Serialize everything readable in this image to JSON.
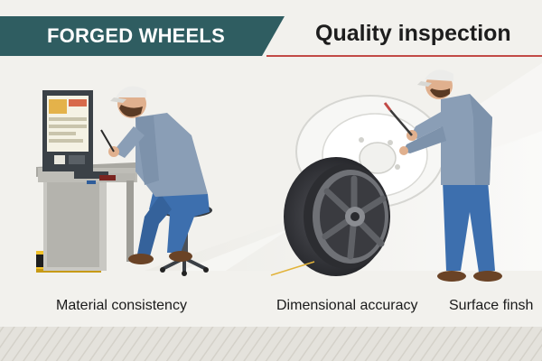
{
  "header": {
    "badge_text": "FORGED WHEELS",
    "title": "Quality inspection"
  },
  "captions": {
    "left": "Material consistency",
    "center": "Dimensional accuracy",
    "right": "Surface finsh"
  },
  "colors": {
    "banner_teal": "#2f5d61",
    "accent_red": "#c24a46",
    "shirt_blue": "#8a9eb6",
    "jeans_blue": "#3d6fae",
    "wheel_dark": "#2c2d31",
    "barrier_yellow": "#f0c12a"
  }
}
